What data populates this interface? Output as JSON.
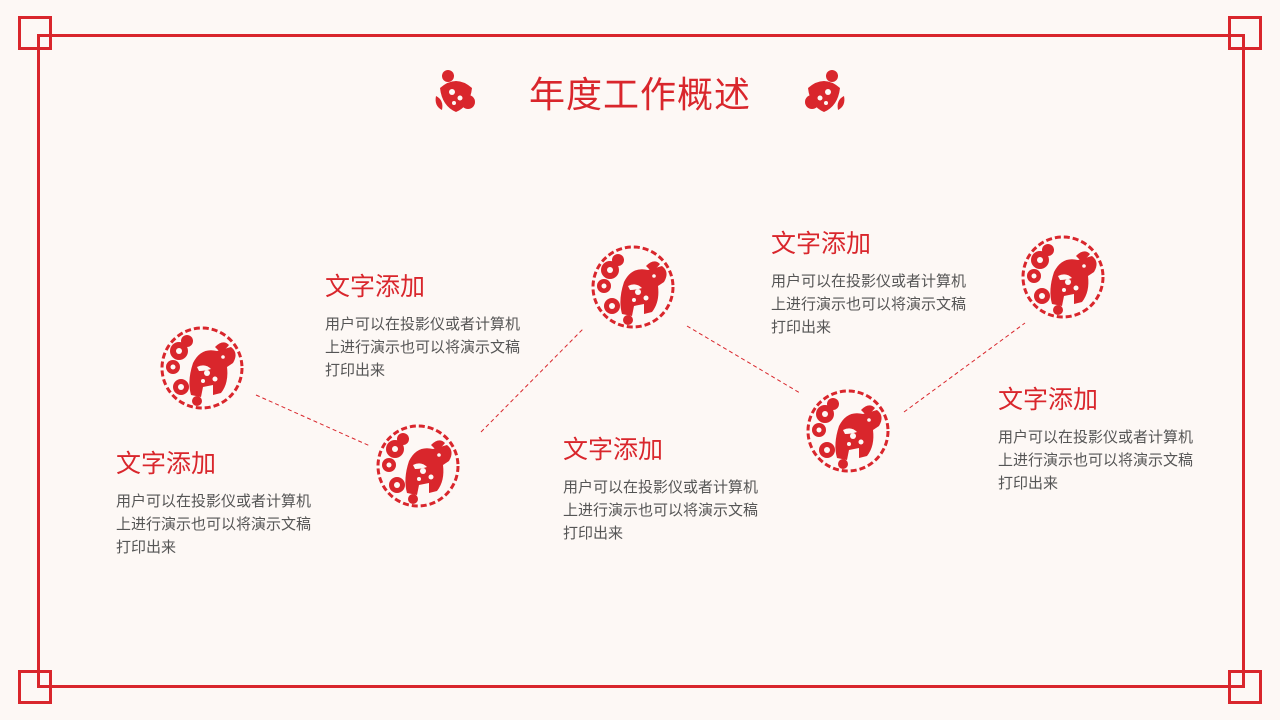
{
  "title": "年度工作概述",
  "colors": {
    "accent": "#d9262c",
    "background": "#fdf8f5",
    "body_text": "#555555"
  },
  "icons": {
    "title_ornament": "papercut-dog-ornament-icon",
    "medallion": "papercut-dog-flower-medallion-icon"
  },
  "items": [
    {
      "heading": "文字添加",
      "text": "用户可以在投影仪或者计算机上进行演示也可以将演示文稿打印出来"
    },
    {
      "heading": "文字添加",
      "text": "用户可以在投影仪或者计算机上进行演示也可以将演示文稿打印出来"
    },
    {
      "heading": "文字添加",
      "text": "用户可以在投影仪或者计算机上进行演示也可以将演示文稿打印出来"
    },
    {
      "heading": "文字添加",
      "text": "用户可以在投影仪或者计算机上进行演示也可以将演示文稿打印出来"
    },
    {
      "heading": "文字添加",
      "text": "用户可以在投影仪或者计算机上进行演示也可以将演示文稿打印出来"
    }
  ]
}
